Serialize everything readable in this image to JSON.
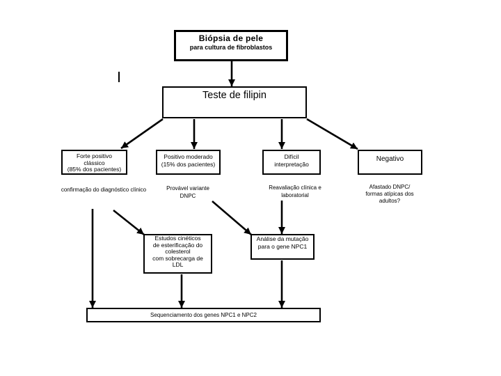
{
  "diagram": {
    "biopsy": {
      "title": "Biópsia de pele",
      "subtitle": "para cultura de fibroblastos"
    },
    "filipin_test": {
      "title": "Teste de filipin"
    },
    "results": [
      {
        "lines": [
          "Forte positivo",
          "clássico",
          "(85% dos pacientes)"
        ]
      },
      {
        "lines": [
          "Positivo moderado",
          "(15% dos pacientes)"
        ]
      },
      {
        "lines": [
          "Difícil",
          "interpretação"
        ]
      },
      {
        "lines": [
          "Negativo"
        ]
      }
    ],
    "outcomes": [
      {
        "lines": [
          "confirmação do diagnóstico clínico"
        ]
      },
      {
        "lines": [
          "Provável variante",
          "DNPC"
        ]
      },
      {
        "lines": [
          "Reavaliação clínica e",
          "laboratorial"
        ]
      },
      {
        "lines": [
          "Afastado DNPC/",
          "formas atípicas dos",
          "adultos?"
        ]
      }
    ],
    "kinetic_studies": {
      "lines": [
        "Estudos cinéticos",
        "de esterificação do",
        "colesterol",
        "com sobrecarga de",
        "LDL"
      ]
    },
    "mutation_analysis": {
      "lines": [
        "Análise da mutação",
        "para o gene NPC1"
      ]
    },
    "sequencing": {
      "title": "Sequenciamento dos genes NPC1 e NPC2"
    }
  },
  "colors": {
    "background": "#ffffff",
    "ink": "#000000"
  }
}
